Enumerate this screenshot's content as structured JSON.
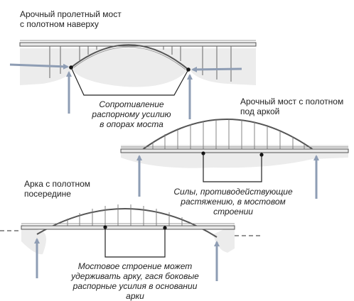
{
  "bridges": [
    {
      "title_lines": [
        "Арочный пролетный мост",
        "с полотном наверху"
      ],
      "callout_lines": [
        "Сопротивление",
        "распорному усилию",
        "в опорах моста"
      ]
    },
    {
      "title_lines": [
        "Арочный мост с полотном",
        "под аркой"
      ],
      "callout_lines": [
        "Силы, противодействующие",
        "растяжению, в мостовом строении"
      ]
    },
    {
      "title_lines": [
        "Арка с полотном",
        "посередине"
      ],
      "callout_lines": [
        "Мостовое строение может",
        "удерживать арку, гася боковые",
        "распорные усилия в основании арки"
      ]
    }
  ],
  "colors": {
    "arrow": "#8e9db4",
    "structure": "#555555",
    "ground": "#aaaaaa",
    "callout_line": "#222222"
  }
}
